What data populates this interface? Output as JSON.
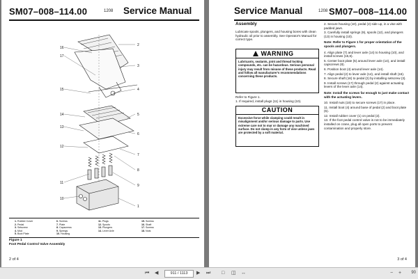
{
  "left": {
    "doc_number": "SM07–008–114.00",
    "rev_code": "1208",
    "title": "Service Manual",
    "callouts": [
      "16",
      "17",
      "15",
      "14",
      "13",
      "12",
      "11",
      "10",
      "1",
      "2",
      "3",
      "4",
      "5",
      "6",
      "7",
      "8",
      "9"
    ],
    "parts_list": [
      {
        "n": "1.",
        "name": "Rubber Cover"
      },
      {
        "n": "2.",
        "name": "Pedal"
      },
      {
        "n": "3.",
        "name": "Setscrew"
      },
      {
        "n": "4.",
        "name": "Mod"
      },
      {
        "n": "5.",
        "name": "Boot Plate"
      },
      {
        "n": "6.",
        "name": "Screws"
      },
      {
        "n": "7.",
        "name": "Plate"
      },
      {
        "n": "8.",
        "name": "Capscrews"
      },
      {
        "n": "9.",
        "name": "Springs"
      },
      {
        "n": "10.",
        "name": "Housing"
      },
      {
        "n": "11.",
        "name": "Plugs"
      },
      {
        "n": "12.",
        "name": "Spools"
      },
      {
        "n": "13.",
        "name": "Plungers"
      },
      {
        "n": "14.",
        "name": "Lever Axle"
      },
      {
        "n": "15.",
        "name": "Screws"
      },
      {
        "n": "16.",
        "name": "Shaft"
      },
      {
        "n": "17.",
        "name": "Screws"
      },
      {
        "n": "18.",
        "name": "Nuts"
      }
    ],
    "figure_label": "Figure 1",
    "figure_caption": "Foot Pedal Control Valve Assembly",
    "page_footer": "2 of 4"
  },
  "right": {
    "title": "Service Manual",
    "rev_code": "1208",
    "doc_number": "SM07–008–114.00",
    "assembly_heading": "Assembly",
    "assembly_intro": "Lubricate spools, plungers, and housing bores with clean hydraulic oil prior to assembly. See Operator's Manual for correct type.",
    "warning_title": "WARNING",
    "warning_text": "Lubricants, sealants, joint and thread locking compounds, etc. can be hazardous. Serious personal injury may result from misuse of these products. Read and follow all manufacturer's recommendations concerning these products.",
    "refer_line": "Refer to Figure 1.",
    "step1": "1.  If required, install plugs (11) in housing (10).",
    "caution_title": "CAUTION",
    "caution_text": "Excessive force while clamping could result in misalignment and/or serious damage to parts. Use extreme care not to mar or damage any machined surface. Do not clamp in any form of vise unless jaws are protected by a soft material.",
    "steps_a": [
      "2.  Secure housing (10), pedal (2) side up, in a vise with padded jaws.",
      "3.  Carefully install springs (9), spools (12), and plungers (13) in housing (10)."
    ],
    "note1": "Note: Refer to Figure 1 for proper orientation of the spools and plungers.",
    "steps_b": [
      "4.  Align plate (7) and lever axle (14) to housing (10), and install screws (15,6).",
      "5.  Center boot plate (5) around lever axle (14), and install capscrews (8).",
      "6.  Position boot (4) around lever axle (14).",
      "7.  Align pedal (2) to lever axle (14), and install shaft (16).",
      "8.  Secure shaft (16) to pedal (2) by installing setscrew (3).",
      "9.  Install screws (17) through pedal (2) against actuating levers of the lever axle (14)."
    ],
    "note2": "Note: Install the screws far enough to just make contact with the actuating levers.",
    "steps_c": [
      "10. Install nuts (18) to secure screws (17) in place.",
      "11. Install boot (4) around base of pedal (2) and boot plate (5).",
      "12. Install rubber cover (1) on pedal (2).",
      "13. If the foot pedal control valve is not to be immediately installed on crane, plug all open ports to prevent contamination and properly store."
    ],
    "page_footer": "3 of 4"
  },
  "toolbar": {
    "page_field": "911 / 1113",
    "zoom": "90"
  }
}
